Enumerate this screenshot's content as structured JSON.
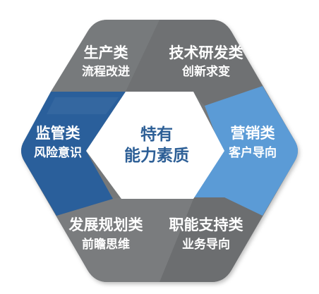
{
  "colors": {
    "gray": "#767879",
    "light_blue": "#5b9bd6",
    "dark_blue": "#2a5f9b",
    "center_text": "#2d5f96"
  },
  "center": {
    "line1": "特有",
    "line2": "能力素质"
  },
  "segments": [
    {
      "id": "production",
      "title": "生产类",
      "subtitle": "流程改进",
      "color": "gray"
    },
    {
      "id": "rnd",
      "title": "技术研发类",
      "subtitle": "创新求变",
      "color": "gray"
    },
    {
      "id": "marketing",
      "title": "营销类",
      "subtitle": "客户导向",
      "color": "light_blue"
    },
    {
      "id": "support",
      "title": "职能支持类",
      "subtitle": "业务导向",
      "color": "gray"
    },
    {
      "id": "planning",
      "title": "发展规划类",
      "subtitle": "前瞻思维",
      "color": "gray"
    },
    {
      "id": "supervision",
      "title": "监管类",
      "subtitle": "风险意识",
      "color": "dark_blue"
    }
  ]
}
